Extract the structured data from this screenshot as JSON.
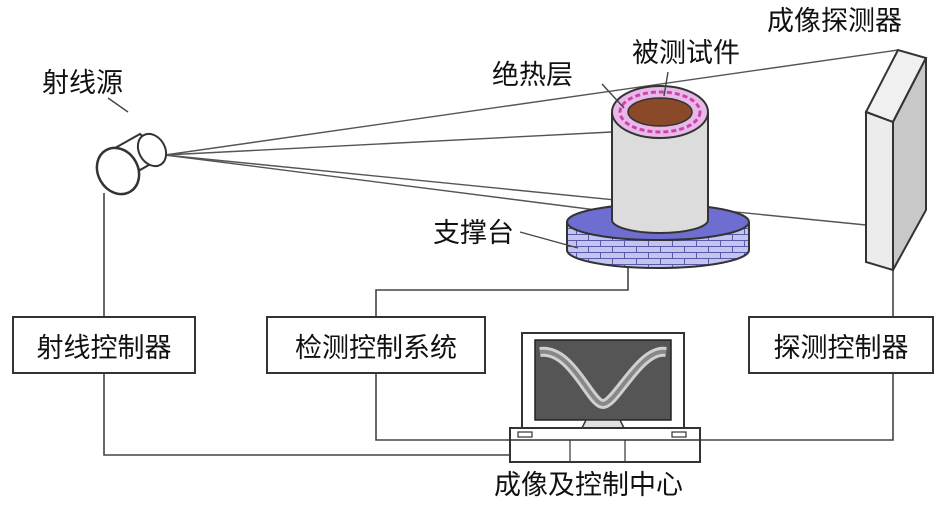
{
  "labels": {
    "ray_source": "射线源",
    "insulation_layer": "绝热层",
    "specimen": "被测试件",
    "imaging_detector": "成像探测器",
    "support_platform": "支撑台",
    "imaging_control_center": "成像及控制中心"
  },
  "boxes": {
    "ray_controller": "射线控制器",
    "detection_control_system": "检测控制系统",
    "detector_controller": "探测控制器"
  },
  "colors": {
    "line": "#444444",
    "cylinder": "#d9d9d9",
    "insulation": "#e8b8e8",
    "specimen": "#8a4a2a",
    "platform_brick": "#b8b8ee",
    "platform_top": "#6a6acc",
    "detector": "#e4e4e4",
    "screen": "#555555"
  }
}
